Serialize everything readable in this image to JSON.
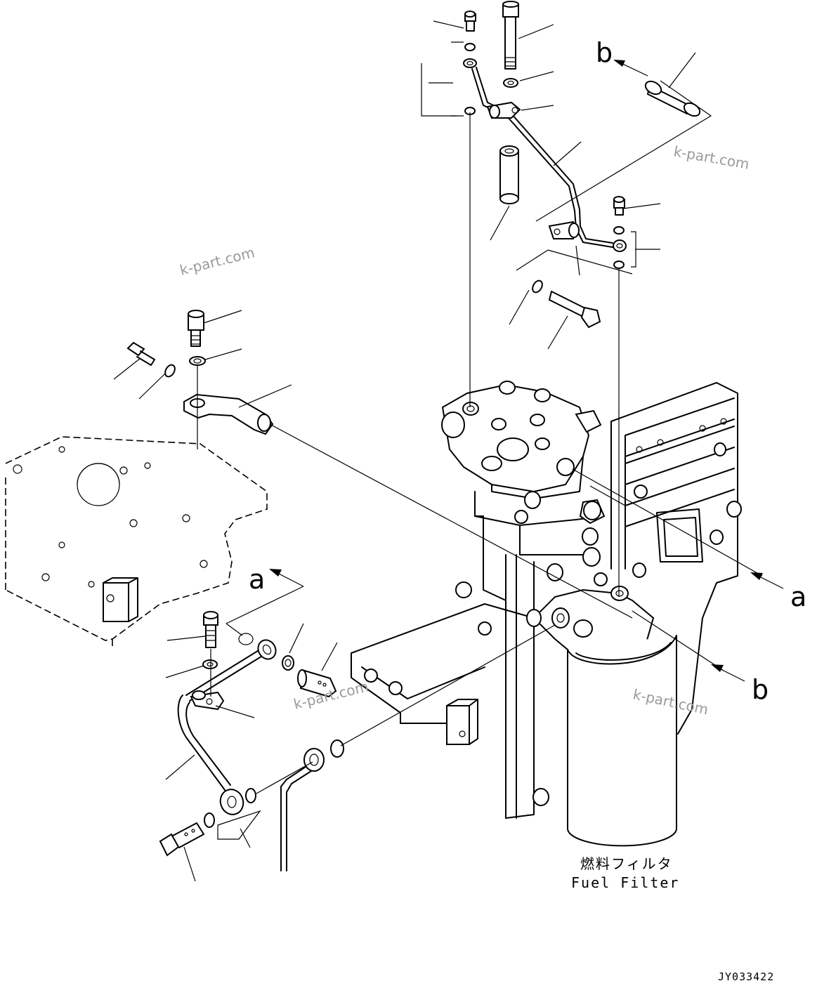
{
  "drawing": {
    "caption_jp": "燃料フィルタ",
    "caption_en": "Fuel Filter",
    "drawing_code": "JY033422"
  },
  "refs": {
    "a": "a",
    "b": "b"
  },
  "watermarks": [
    "k-part.com",
    "k-part.com",
    "k-part.com",
    "k-part.com"
  ]
}
